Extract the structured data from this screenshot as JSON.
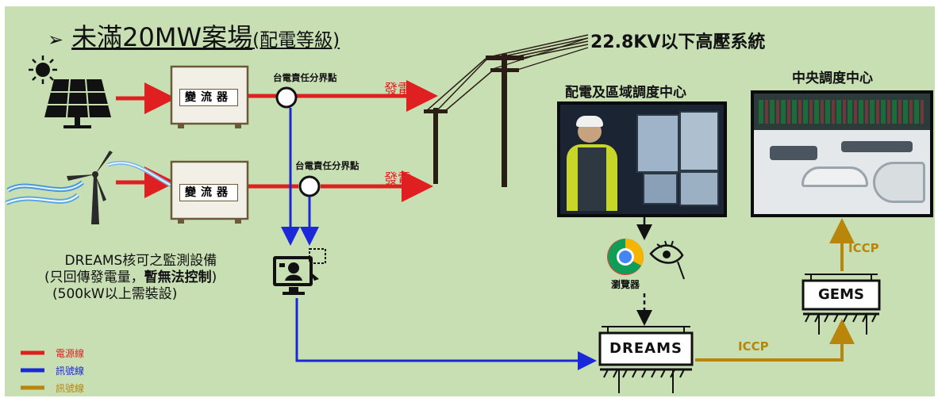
{
  "title": {
    "bullet": "➢",
    "main": "未滿20MW案場",
    "sub": "(配電等級)"
  },
  "grid_label": "22.8KV以下高壓系統",
  "inverter_label": "變流器",
  "boundary_label": "台電責任分界點",
  "generation_label": "發電",
  "dispatch_center": "配電及區域調度中心",
  "central_center": "中央調度中心",
  "browser_label": "瀏覽器",
  "dreams_box": "DREAMS",
  "gems_box": "GEMS",
  "iccp_label": "ICCP",
  "dreams_note": {
    "line1": "DREAMS核可之監測設備",
    "line2_a": "(只回傳發電量，",
    "line2_b": "暫無法控制",
    "line2_c": ")",
    "line3": "(500kW以上需裝設)"
  },
  "legend": [
    {
      "label": "電源線",
      "color": "#e02020"
    },
    {
      "label": "訊號線",
      "color": "#1a28d8"
    },
    {
      "label": "訊號線",
      "color": "#b8860b"
    }
  ],
  "colors": {
    "power": "#e02020",
    "signal_blue": "#1a28d8",
    "signal_gold": "#b8860b",
    "background": "#c8dfb4"
  },
  "icons": [
    "sun-icon",
    "solar-panel-icon",
    "wind-icon",
    "wind-turbine-icon",
    "power-pole-icon",
    "monitor-icon",
    "chrome-icon",
    "eye-icon"
  ]
}
